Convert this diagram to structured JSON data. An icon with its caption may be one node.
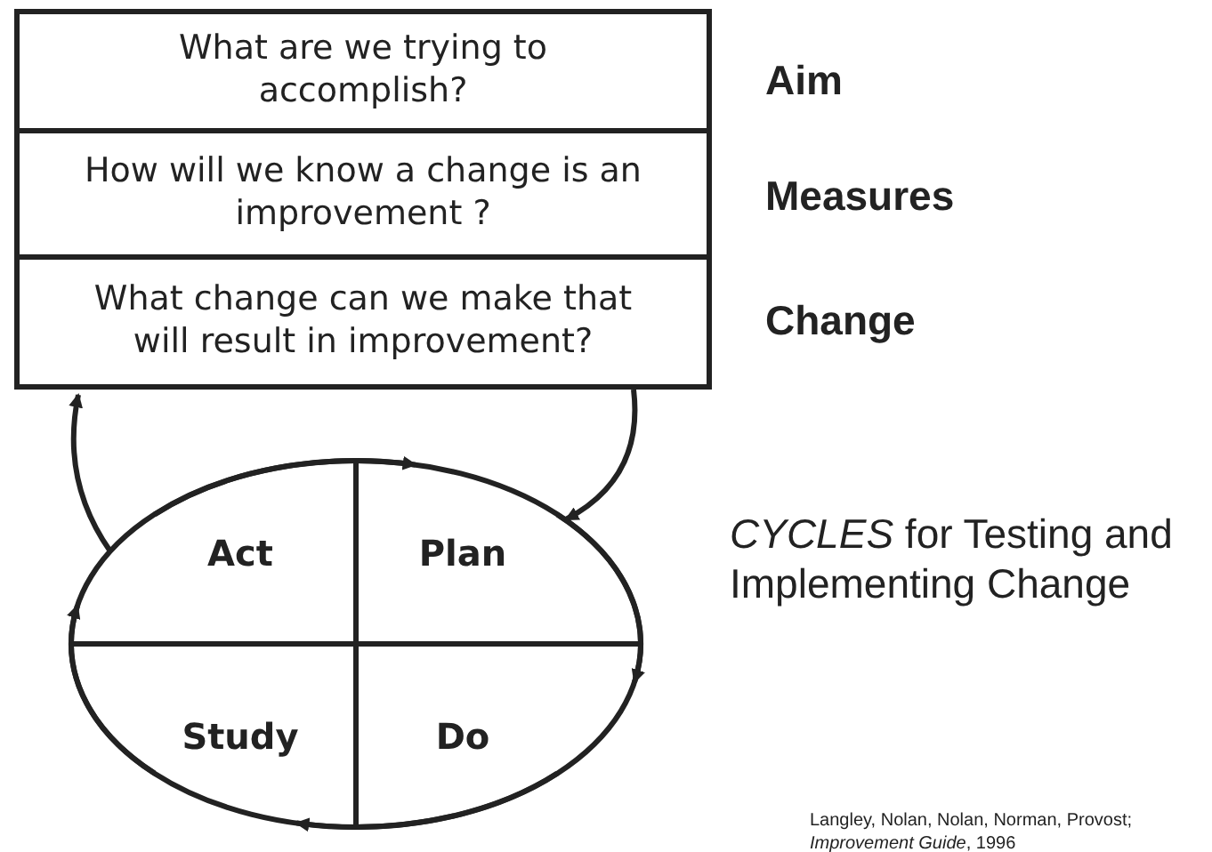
{
  "diagram": {
    "nodes": [
      {
        "text": [
          "What are we trying to accomplish?"
        ],
        "beside": [
          "Aim"
        ]
      },
      {
        "text": [
          "How will we know a change is an improvement ?"
        ],
        "beside": [
          "Measures"
        ]
      },
      {
        "text": [
          "What change can we make that will result in improvement?"
        ],
        "beside": [
          "Change"
        ]
      },
      {
        "text": [
          "Act"
        ]
      },
      {
        "text": [
          "Plan"
        ]
      },
      {
        "text": [
          "Study"
        ]
      },
      {
        "text": [
          "Do"
        ]
      }
    ],
    "edges": [
      {
        "from": 3,
        "to": 4,
        "arrow": "to"
      },
      {
        "from": 4,
        "to": 6,
        "arrow": "to"
      },
      {
        "from": 6,
        "to": 5,
        "arrow": "to"
      },
      {
        "from": 5,
        "to": 3,
        "arrow": "to"
      },
      {
        "from": 3,
        "to": 2,
        "arrow": "to"
      },
      {
        "from": 2,
        "to": 4,
        "arrow": "to"
      }
    ],
    "labels": [
      "*CYCLES* for Testing and Implementing Change",
      "Langley, Nolan, Nolan, Norman, Provost; *Improvement Guide*, 1996"
    ]
  }
}
